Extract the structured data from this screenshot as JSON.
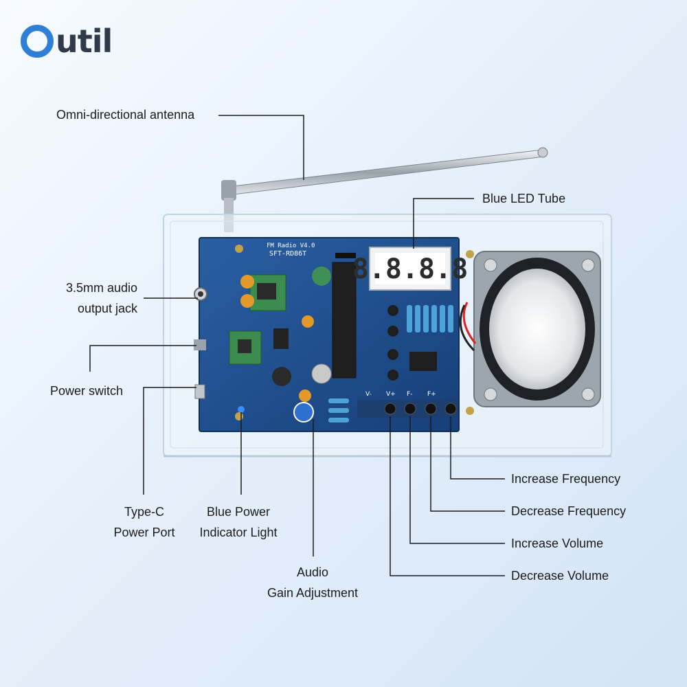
{
  "brand": {
    "name": "util"
  },
  "labels": {
    "antenna": "Omni-directional antenna",
    "led_tube": "Blue LED Tube",
    "audio_jack_line1": "3.5mm audio",
    "audio_jack_line2": "output jack",
    "power_switch": "Power switch",
    "type_c_line1": "Type-C",
    "type_c_line2": "Power Port",
    "indicator_line1": "Blue Power",
    "indicator_line2": "Indicator Light",
    "gain_line1": "Audio",
    "gain_line2": "Gain Adjustment",
    "inc_freq": "Increase Frequency",
    "dec_freq": "Decrease Frequency",
    "inc_vol": "Increase Volume",
    "dec_vol": "Decrease Volume"
  },
  "board": {
    "title": "FM Radio V4.0",
    "model": "SFT-RD86T",
    "display": "8.8.8.8",
    "buttons": [
      "V-",
      "V+",
      "F-",
      "F+"
    ]
  },
  "colors": {
    "accent": "#2f7fd6",
    "pcb": "#1f4f8f",
    "case": "#e8f1f9"
  }
}
